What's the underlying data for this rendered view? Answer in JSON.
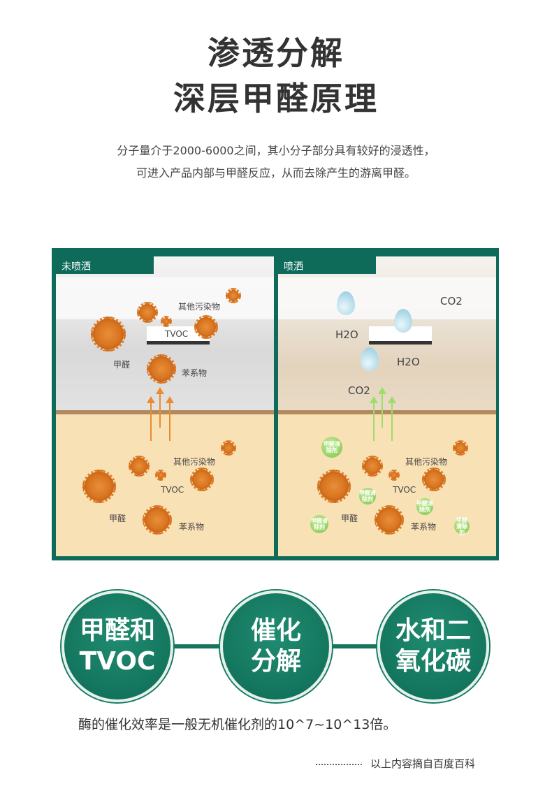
{
  "heading": {
    "line1": "渗透分解",
    "line2": "深层甲醛原理"
  },
  "description": {
    "line1": "分子量介于2000-6000之间，其小分子部分具有较好的浸透性，",
    "line2": "可进入产品内部与甲醛反应，从而去除产生的游离甲醛。"
  },
  "panels": {
    "before": {
      "tab": "未喷洒",
      "labels": {
        "other": "其他污染物",
        "tvoc": "TVOC",
        "formaldehyde": "甲醛",
        "benzene": "苯系物"
      }
    },
    "after": {
      "tab": "喷洒",
      "room_labels": {
        "co2_top": "CO2",
        "h2o_left": "H2O",
        "h2o_right": "H2O",
        "co2_bottom": "CO2"
      },
      "labels": {
        "other": "其他污染物",
        "tvoc": "TVOC",
        "formaldehyde": "甲醛",
        "benzene": "苯系物"
      },
      "bubble_text": "甲醛清除剂"
    }
  },
  "process": [
    {
      "l1": "甲醛和",
      "l2": "TVOC"
    },
    {
      "l1": "催化",
      "l2": "分解"
    },
    {
      "l1": "水和二",
      "l2": "氧化碳"
    }
  ],
  "note": "酶的催化效率是一般无机催化剂的10^7~10^13倍。",
  "source": "以上内容摘自百度百科",
  "colors": {
    "brand_green": "#0e6b5a",
    "virus_orange": "#d8741f",
    "floor": "#f9e1b6"
  }
}
